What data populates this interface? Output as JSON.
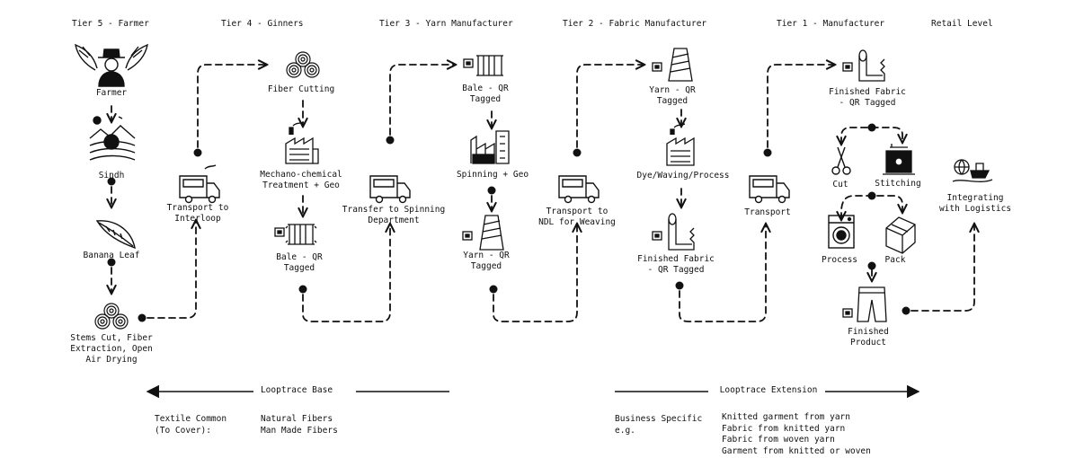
{
  "tiers": [
    {
      "id": "tier5",
      "label": "Tier 5 - Farmer"
    },
    {
      "id": "tier4",
      "label": "Tier 4 - Ginners"
    },
    {
      "id": "tier3",
      "label": "Tier 3 - Yarn Manufacturer"
    },
    {
      "id": "tier2",
      "label": "Tier 2 - Fabric Manufacturer"
    },
    {
      "id": "tier1",
      "label": "Tier 1 - Manufacturer"
    },
    {
      "id": "retail",
      "label": "Retail Level"
    }
  ],
  "nodes": {
    "farmer": "Farmer",
    "sindh": "Sindh",
    "banana_leaf": "Banana Leaf",
    "stems_cut": "Stems Cut, Fiber\nExtraction, Open\nAir Drying",
    "transport_interloop": "Transport to\nInterloop",
    "fiber_cutting": "Fiber Cutting",
    "mechano": "Mechano-chemical\nTreatment + Geo",
    "bale_qr_t4": "Bale - QR\nTagged",
    "transfer_spinning": "Transfer to Spinning\nDepartment",
    "bale_qr_t3": "Bale - QR\nTagged",
    "spinning_geo": "Spinning + Geo",
    "yarn_qr_t3": "Yarn - QR\nTagged",
    "transport_ndl": "Transport to\nNDL for Weaving",
    "yarn_qr_t2": "Yarn - QR\nTagged",
    "dye_process": "Dye/Waving/Process",
    "finished_fabric_t2": "Finished Fabric\n- QR Tagged",
    "transport_t1": "Transport",
    "finished_fabric_t1": "Finished Fabric\n- QR Tagged",
    "cut": "Cut",
    "stitching": "Stitching",
    "process": "Process",
    "pack": "Pack",
    "finished_product": "Finished\nProduct",
    "logistics": "Integrating\nwith Logistics"
  },
  "legend": {
    "base_label": "Looptrace Base",
    "extension_label": "Looptrace Extension",
    "textile_common": "Textile Common\n(To Cover):",
    "fibers": "Natural Fibers\nMan Made Fibers",
    "business_specific": "Business Specific\ne.g.",
    "examples": "Knitted garment from yarn\nFabric from knitted yarn\nFabric from woven yarn\nGarment from knitted or woven"
  }
}
